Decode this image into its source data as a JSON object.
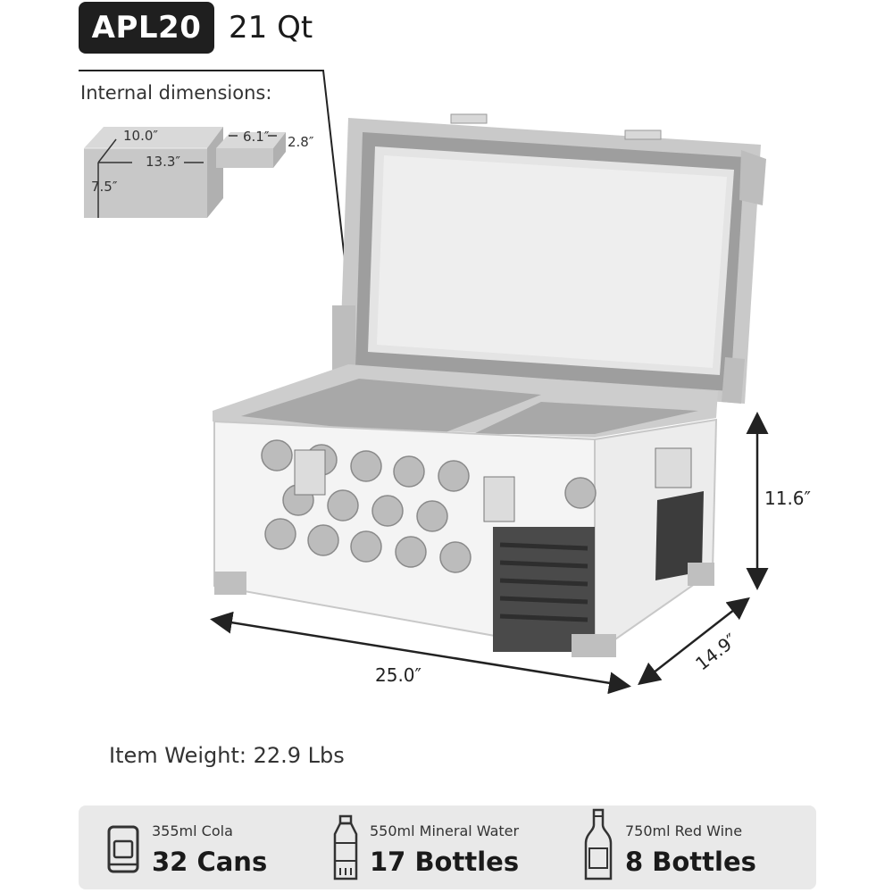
{
  "header": {
    "model": "APL20",
    "capacity": "21 Qt"
  },
  "internal": {
    "title": "Internal dimensions:",
    "length": "13.3″",
    "depth": "10.0″",
    "height": "7.5″",
    "box2_width": "6.1″",
    "box2_height": "2.8″"
  },
  "external": {
    "length": "25.0″",
    "width": "14.9″",
    "height": "11.6″"
  },
  "weight": "Item Weight: 22.9 Lbs",
  "capacities": [
    {
      "icon": "can-icon",
      "label": "355ml Cola",
      "value": "32 Cans"
    },
    {
      "icon": "water-bottle-icon",
      "label": "550ml Mineral Water",
      "value": "17 Bottles"
    },
    {
      "icon": "wine-bottle-icon",
      "label": "750ml Red Wine",
      "value": "8 Bottles"
    }
  ],
  "colors": {
    "badge": "#1f1f1f",
    "panel": "#e9e9e9",
    "box": "#cfcfcf",
    "lid": "#bdbdbd"
  }
}
